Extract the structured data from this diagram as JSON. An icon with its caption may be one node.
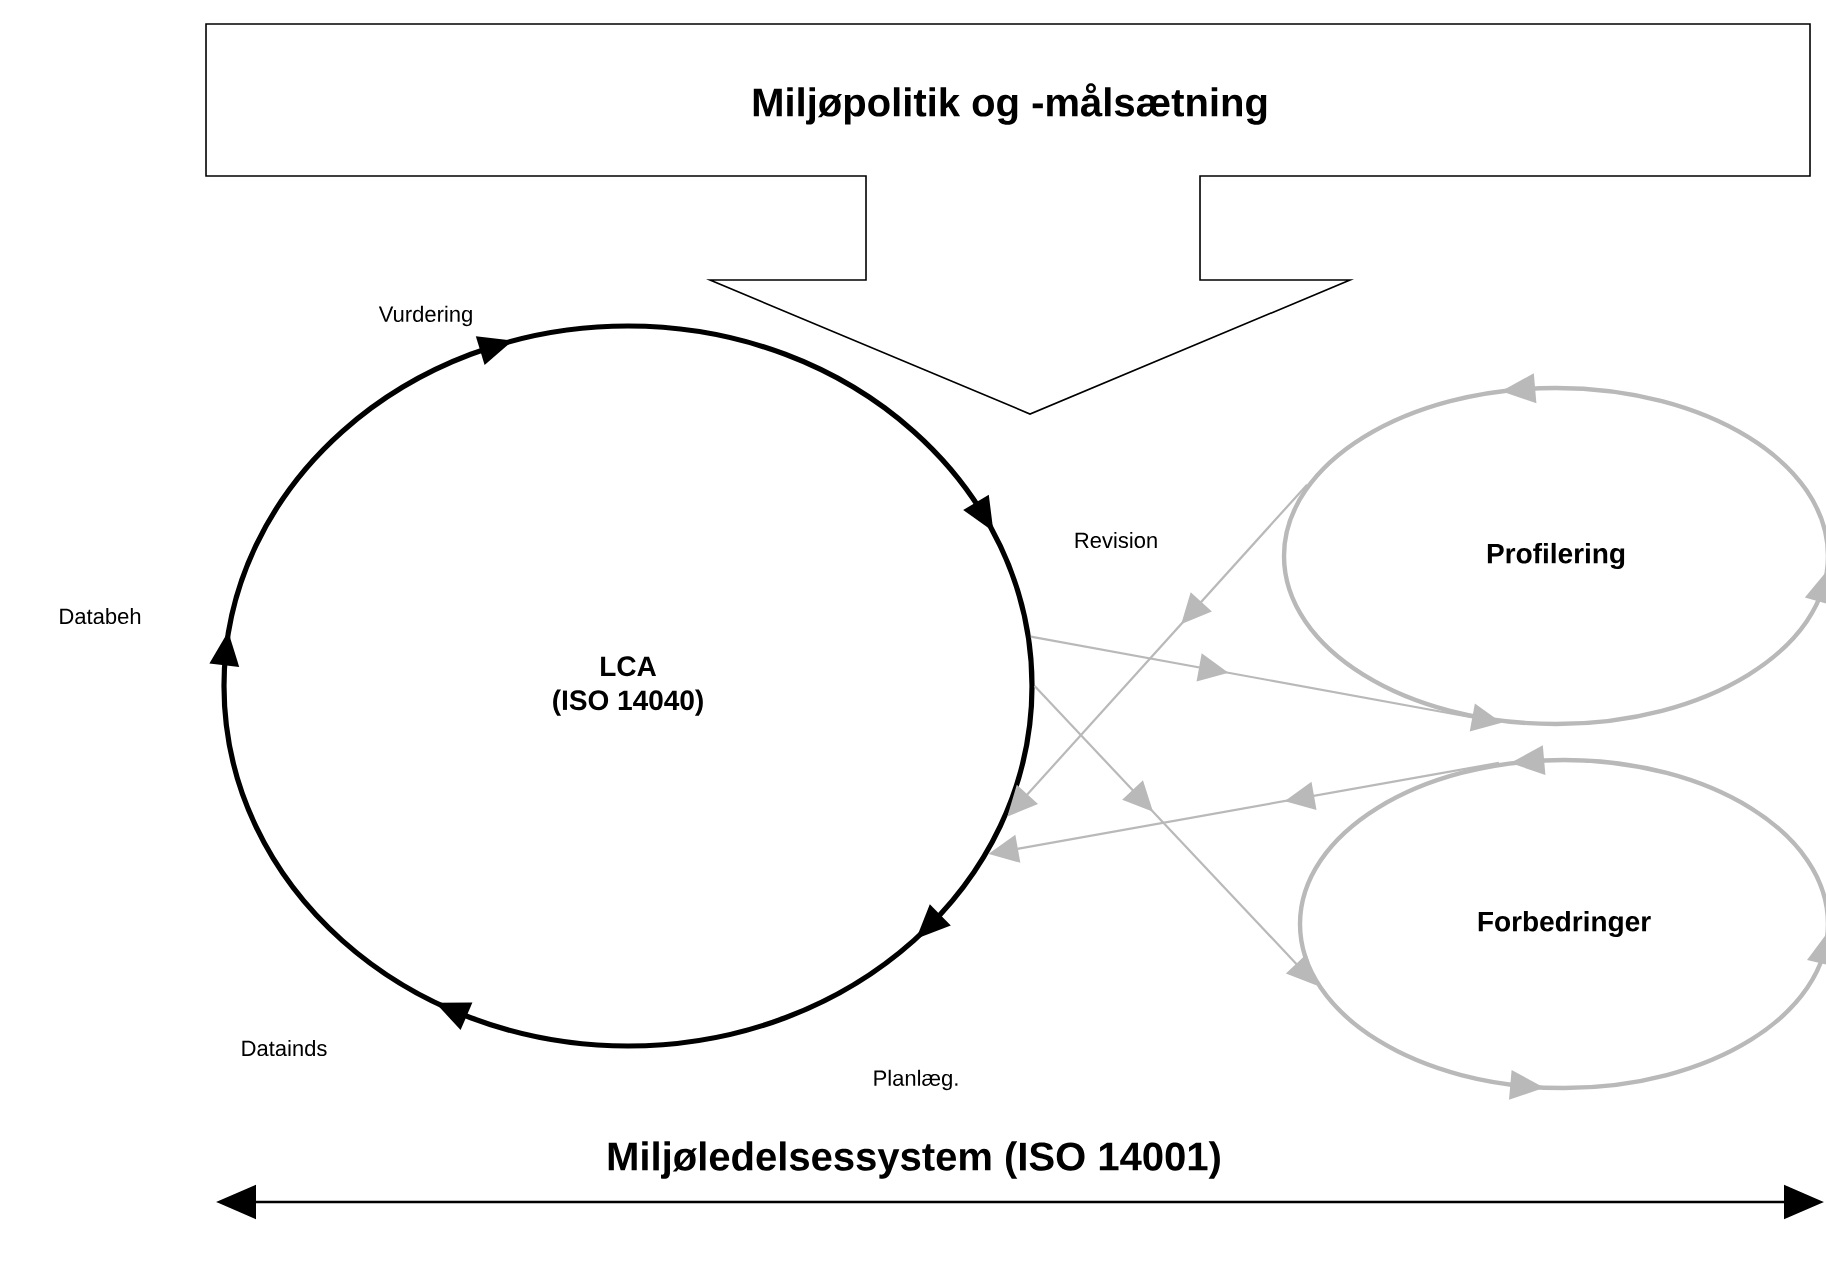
{
  "diagram": {
    "nodes": [
      {
        "text": [
          "Miljøpolitik og -målsætning"
        ]
      },
      {
        "text": [
          "LCA",
          "(ISO 14040)"
        ]
      },
      {
        "text": [
          "Profilering"
        ]
      },
      {
        "text": [
          "Forbedringer"
        ]
      }
    ],
    "edges": [
      {
        "from": 2,
        "to": 1,
        "arrow": "to"
      },
      {
        "from": 1,
        "to": 2,
        "arrow": "to"
      },
      {
        "from": 1,
        "to": 3,
        "arrow": "to"
      },
      {
        "from": 3,
        "to": 1,
        "arrow": "to"
      }
    ],
    "labels": [
      "Vurdering",
      "Revision",
      "Databeh",
      "Datainds",
      "Planlæg.",
      "Miljøledelsessystem (ISO 14001)"
    ]
  }
}
